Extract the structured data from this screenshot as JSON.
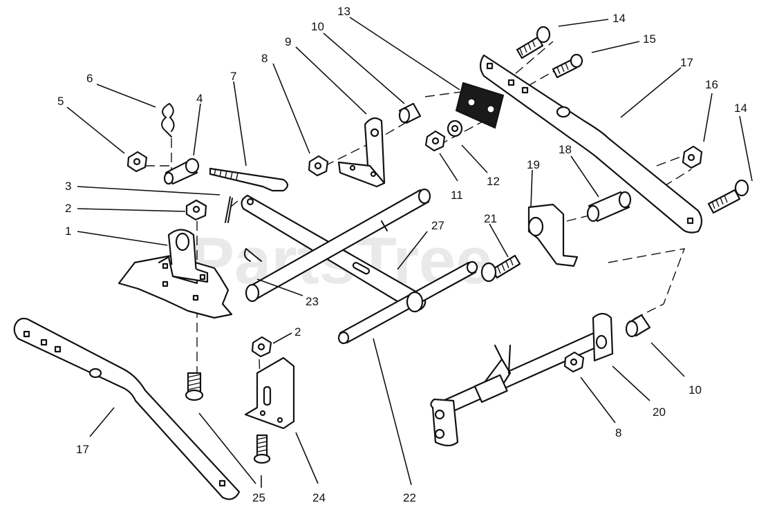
{
  "watermark": {
    "text": "PartsTree",
    "trademark": "™"
  },
  "callouts": [
    {
      "id": "c13a",
      "number": "13"
    },
    {
      "id": "c14a",
      "number": "14"
    },
    {
      "id": "c10a",
      "number": "10"
    },
    {
      "id": "c15",
      "number": "15"
    },
    {
      "id": "c9",
      "number": "9"
    },
    {
      "id": "c17a",
      "number": "17"
    },
    {
      "id": "c8a",
      "number": "8"
    },
    {
      "id": "c7",
      "number": "7"
    },
    {
      "id": "c6",
      "number": "6"
    },
    {
      "id": "c16",
      "number": "16"
    },
    {
      "id": "c14b",
      "number": "14"
    },
    {
      "id": "c5",
      "number": "5"
    },
    {
      "id": "c4",
      "number": "4"
    },
    {
      "id": "c19",
      "number": "19"
    },
    {
      "id": "c18",
      "number": "18"
    },
    {
      "id": "c3",
      "number": "3"
    },
    {
      "id": "c12",
      "number": "12"
    },
    {
      "id": "c11",
      "number": "11"
    },
    {
      "id": "c2a",
      "number": "2"
    },
    {
      "id": "c21",
      "number": "21"
    },
    {
      "id": "c27",
      "number": "27"
    },
    {
      "id": "c1",
      "number": "1"
    },
    {
      "id": "c23",
      "number": "23"
    },
    {
      "id": "c2b",
      "number": "2"
    },
    {
      "id": "c10b",
      "number": "10"
    },
    {
      "id": "c20",
      "number": "20"
    },
    {
      "id": "c17b",
      "number": "17"
    },
    {
      "id": "c8b",
      "number": "8"
    },
    {
      "id": "c25",
      "number": "25"
    },
    {
      "id": "c24",
      "number": "24"
    },
    {
      "id": "c22",
      "number": "22"
    }
  ]
}
